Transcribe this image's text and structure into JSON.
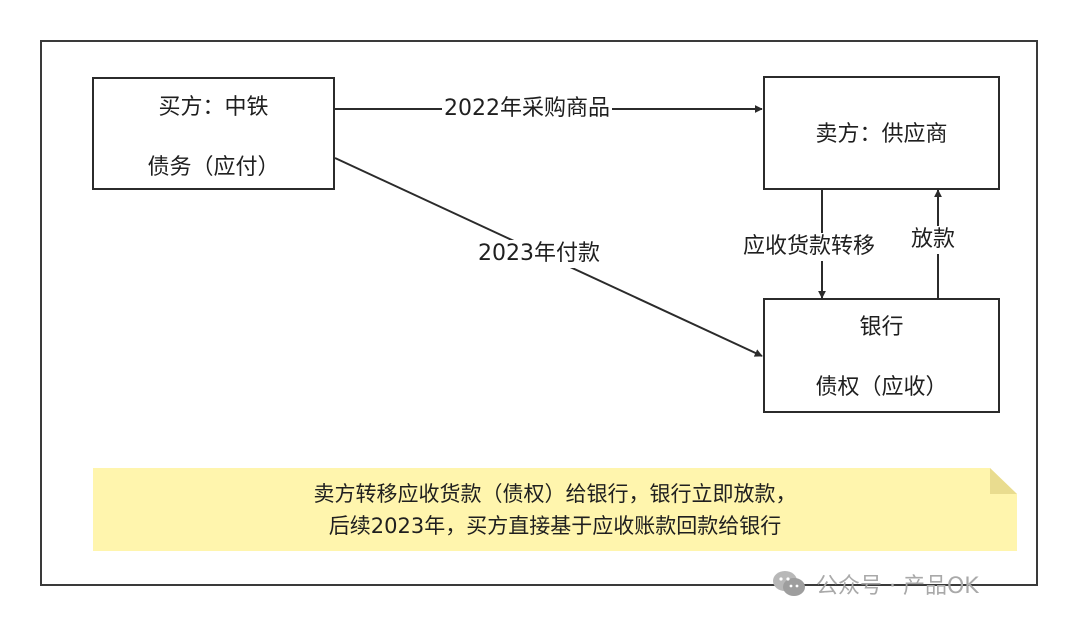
{
  "nodes": {
    "buyer": {
      "line1": "买方：中铁",
      "line2": "债务（应付）"
    },
    "seller": {
      "line1": "卖方：供应商"
    },
    "bank": {
      "line1": "银行",
      "line2": "债权（应收）"
    }
  },
  "edges": {
    "purchase": "2022年采购商品",
    "payment": "2023年付款",
    "transfer": "应收货款转移",
    "loan": "放款"
  },
  "note": {
    "line1": "卖方转移应收货款（债权）给银行，银行立即放款，",
    "line2": "后续2023年，买方直接基于应收账款回款给银行"
  },
  "watermark": {
    "icon": "wechat-icon",
    "text": "公众号 · 产品OK"
  },
  "colors": {
    "border": "#2b2b2b",
    "note_fill": "#fff5ad",
    "watermark": "#a9a9a9"
  }
}
